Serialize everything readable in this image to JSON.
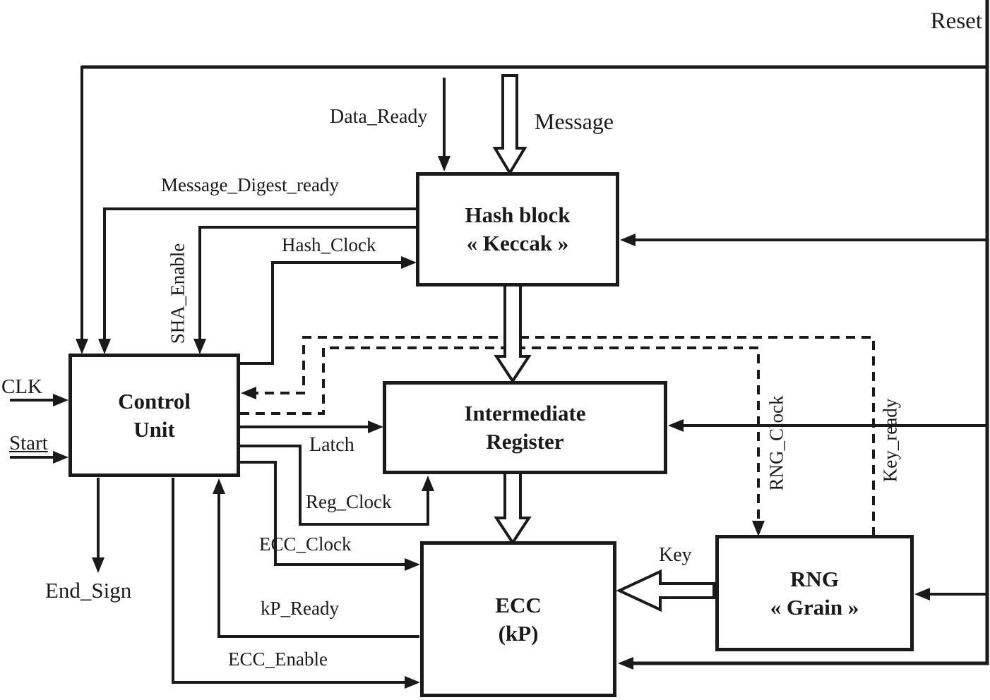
{
  "diagram": {
    "background": "#ffffff",
    "line_color": "#1a1a1a",
    "blocks": {
      "hash": {
        "line1": "Hash block",
        "line2": "« Keccak »"
      },
      "control": {
        "line1": "Control",
        "line2": "Unit"
      },
      "register": {
        "line1": "Intermediate",
        "line2": "Register"
      },
      "ecc": {
        "line1": "ECC",
        "line2": "(kP)"
      },
      "rng": {
        "line1": "RNG",
        "line2": "« Grain »"
      }
    },
    "signals": {
      "reset": "Reset",
      "data_ready": "Data_Ready",
      "message": "Message",
      "message_digest_ready": "Message_Digest_ready",
      "hash_clock": "Hash_Clock",
      "sha_enable": "SHA_Enable",
      "clk": "CLK",
      "start": "Start",
      "latch": "Latch",
      "reg_clock": "Reg_Clock",
      "ecc_clock": "ECC_Clock",
      "end_sign": "End_Sign",
      "kp_ready": "kP_Ready",
      "ecc_enable": "ECC_Enable",
      "key": "Key",
      "rng_clock": "RNG_Clock",
      "key_ready": "Key_ready"
    }
  }
}
